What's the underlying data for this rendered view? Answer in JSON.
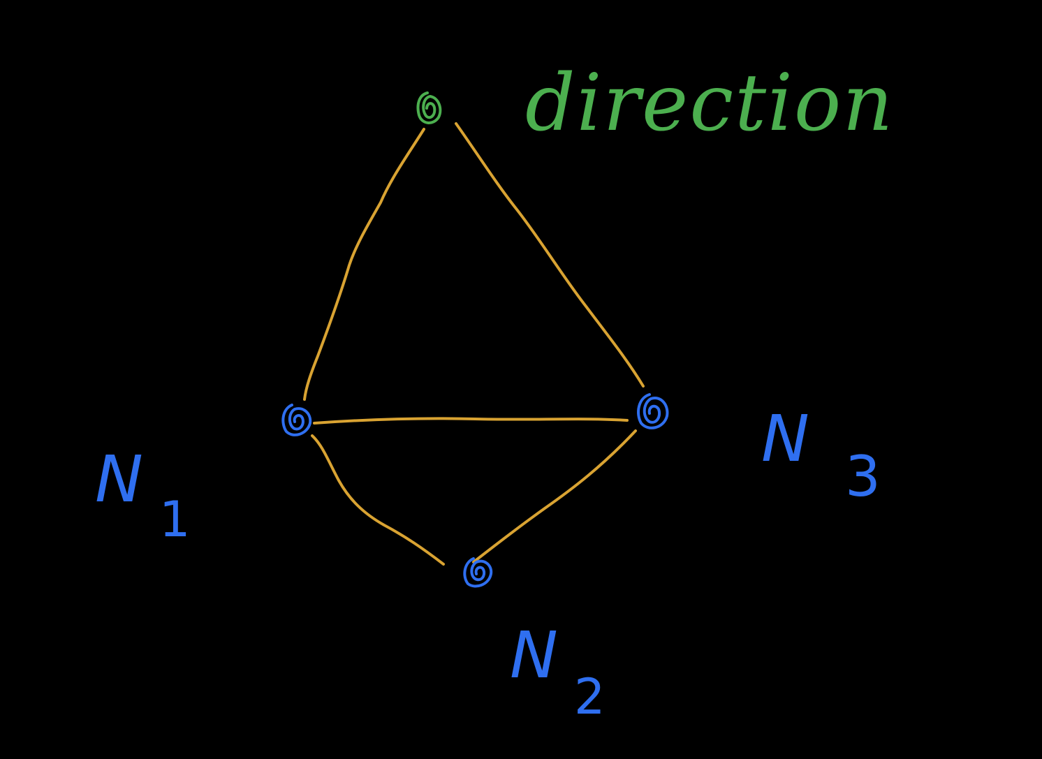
{
  "colors": {
    "background": "#000000",
    "edge": "#d9a332",
    "direction_node": "#4caf4f",
    "node": "#2f6ff0"
  },
  "labels": {
    "direction": "direction",
    "n1": "N1",
    "n2": "N2",
    "n3": "N3"
  },
  "nodes": [
    {
      "id": "direction",
      "role": "direction-vertex",
      "label": "direction"
    },
    {
      "id": "n1",
      "role": "vertex",
      "label": "N1"
    },
    {
      "id": "n2",
      "role": "vertex",
      "label": "N2"
    },
    {
      "id": "n3",
      "role": "vertex",
      "label": "N3"
    }
  ],
  "edges": [
    {
      "from": "direction",
      "to": "n1"
    },
    {
      "from": "direction",
      "to": "n3"
    },
    {
      "from": "n1",
      "to": "n3"
    },
    {
      "from": "n1",
      "to": "n2"
    },
    {
      "from": "n2",
      "to": "n3"
    }
  ]
}
